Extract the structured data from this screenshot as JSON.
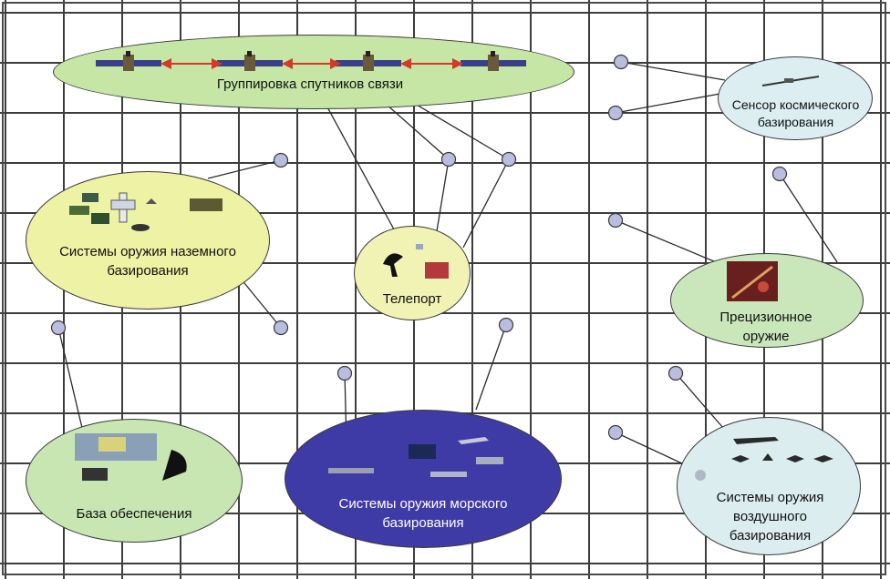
{
  "nodes": {
    "satellites": {
      "label": "Группировка спутников связи",
      "color": "#c6e6a6"
    },
    "space_sensor": {
      "label": "Сенсор космического базирования",
      "color": "#dceef2"
    },
    "ground_weapons": {
      "label": "Системы оружия наземного базирования",
      "color": "#eef2a4"
    },
    "teleport": {
      "label": "Телепорт",
      "color": "#f0f3b4"
    },
    "precision": {
      "label": "Прецизионное оружие",
      "color": "#c9e7ba"
    },
    "support_base": {
      "label": "База обеспечения",
      "color": "#c7e6b2"
    },
    "naval_weapons": {
      "label": "Системы оружия морского базирования",
      "color": "#3e3ba6"
    },
    "air_weapons": {
      "label": "Системы оружия воздушного базирования",
      "color": "#dcedf0"
    }
  },
  "colors": {
    "grid": "#3d3d3d",
    "connector": "#b9bde0",
    "link": "#2a2a2a",
    "arrow": "#d23a2a"
  }
}
